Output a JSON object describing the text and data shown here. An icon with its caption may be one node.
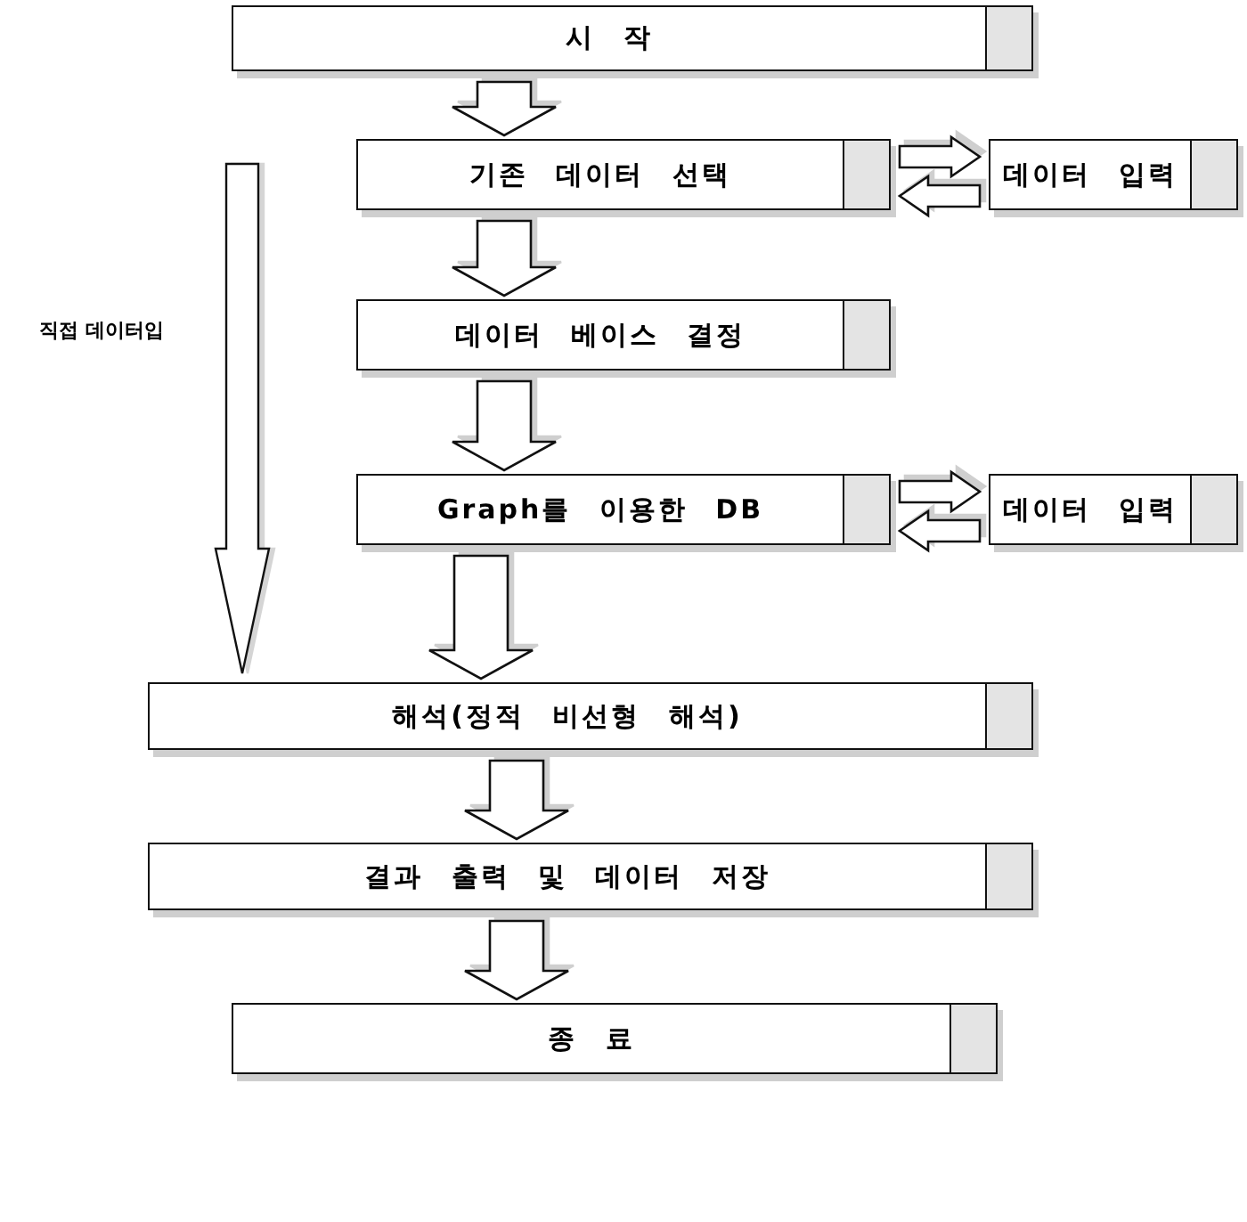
{
  "diagram": {
    "nodes": [
      {
        "text": [
          "시 작"
        ]
      },
      {
        "text": [
          "기존 데이터 선택"
        ]
      },
      {
        "text": [
          "데이터 입력"
        ]
      },
      {
        "text": [
          "데이터 베이스 결정"
        ]
      },
      {
        "text": [
          "Graph를 이용한 DB"
        ]
      },
      {
        "text": [
          "데이터 입력"
        ]
      },
      {
        "text": [
          "해석(정적 비선형 해석)"
        ]
      },
      {
        "text": [
          "결과 출력 및 데이터 저장"
        ]
      },
      {
        "text": [
          "종 료"
        ]
      }
    ],
    "edges": [
      {
        "from": 0,
        "to": 1,
        "arrow": "to"
      },
      {
        "from": 1,
        "to": 2,
        "arrow": "to"
      },
      {
        "from": 2,
        "to": 1,
        "arrow": "to"
      },
      {
        "from": 1,
        "to": 3,
        "arrow": "to"
      },
      {
        "from": 3,
        "to": 4,
        "arrow": "to"
      },
      {
        "from": 4,
        "to": 5,
        "arrow": "to"
      },
      {
        "from": 5,
        "to": 4,
        "arrow": "to"
      },
      {
        "from": 4,
        "to": 6,
        "arrow": "to"
      },
      {
        "from": 6,
        "to": 7,
        "arrow": "to"
      },
      {
        "from": 7,
        "to": 8,
        "arrow": "to"
      }
    ],
    "labels": [
      "직접 데이터입"
    ]
  }
}
